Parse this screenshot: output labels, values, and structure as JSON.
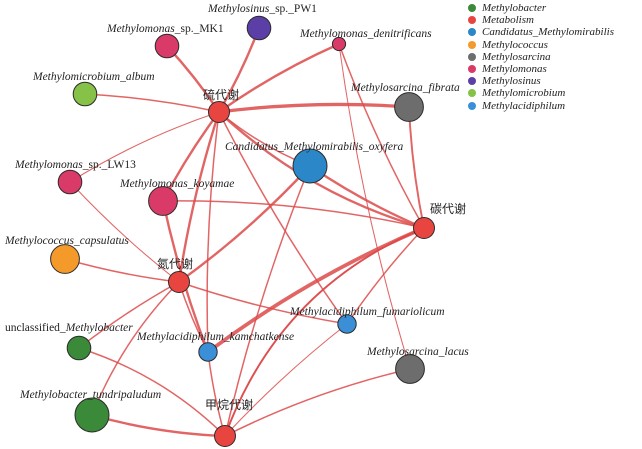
{
  "legend": [
    {
      "label": "Methylobacter",
      "color": "#3a8a3a"
    },
    {
      "label": "Metabolism",
      "color": "#e84541"
    },
    {
      "label": "Candidatus_Methylomirabilis",
      "color": "#2b87c8"
    },
    {
      "label": "Methylococcus",
      "color": "#f39a2a"
    },
    {
      "label": "Methylosarcina",
      "color": "#6d6d6d"
    },
    {
      "label": "Methylomonas",
      "color": "#d93a67"
    },
    {
      "label": "Methylosinus",
      "color": "#5c3fa6"
    },
    {
      "label": "Methylomicrobium",
      "color": "#86c148"
    },
    {
      "label": "Methylacidiphilum",
      "color": "#3b8fd6"
    }
  ],
  "nodes": [
    {
      "id": "s_metab",
      "label": "硫代谢",
      "group": "Metabolism",
      "kind": "category"
    },
    {
      "id": "c_metab",
      "label": "碳代谢",
      "group": "Metabolism",
      "kind": "category"
    },
    {
      "id": "n_metab",
      "label": "氮代谢",
      "group": "Metabolism",
      "kind": "category"
    },
    {
      "id": "m_metab",
      "label": "甲烷代谢",
      "group": "Metabolism",
      "kind": "category"
    },
    {
      "id": "pw1",
      "label_prefix": "",
      "label_italic": "Methylosinus",
      "label_suffix": "_sp._PW1",
      "group": "Methylosinus",
      "kind": "taxon"
    },
    {
      "id": "mk1",
      "label_prefix": "",
      "label_italic": "Methylomonas",
      "label_suffix": "_sp._MK1",
      "group": "Methylomonas",
      "kind": "taxon"
    },
    {
      "id": "denit",
      "label_prefix": "",
      "label_italic": "Methylomonas_denitrificans",
      "label_suffix": "",
      "group": "Methylomonas",
      "kind": "taxon"
    },
    {
      "id": "album",
      "label_prefix": "",
      "label_italic": "Methylomicrobium_album",
      "label_suffix": "",
      "group": "Methylomicrobium",
      "kind": "taxon"
    },
    {
      "id": "fibrata",
      "label_prefix": "",
      "label_italic": "Methylosarcina_fibrata",
      "label_suffix": "",
      "group": "Methylosarcina",
      "kind": "taxon"
    },
    {
      "id": "oxyfera",
      "label_prefix": "",
      "label_italic": "Candidatus_Methylomirabilis_oxyfera",
      "label_suffix": "",
      "group": "Candidatus_Methylomirabilis",
      "kind": "taxon"
    },
    {
      "id": "lw13",
      "label_prefix": "",
      "label_italic": "Methylomonas",
      "label_suffix": "_sp._LW13",
      "group": "Methylomonas",
      "kind": "taxon"
    },
    {
      "id": "koyamae",
      "label_prefix": "",
      "label_italic": "Methylomonas_koyamae",
      "label_suffix": "",
      "group": "Methylomonas",
      "kind": "taxon"
    },
    {
      "id": "capsulatus",
      "label_prefix": "",
      "label_italic": "Methylococcus_capsulatus",
      "label_suffix": "",
      "group": "Methylococcus",
      "kind": "taxon"
    },
    {
      "id": "fumar",
      "label_prefix": "",
      "label_italic": "Methylacidiphilum_fumariolicum",
      "label_suffix": "",
      "group": "Methylacidiphilum",
      "kind": "taxon"
    },
    {
      "id": "unclass",
      "label_prefix": "unclassified_",
      "label_italic": "Methylobacter",
      "label_suffix": "",
      "group": "Methylobacter",
      "kind": "taxon"
    },
    {
      "id": "kamchat",
      "label_prefix": "",
      "label_italic": "Methylacidiphilum_kamchatkense",
      "label_suffix": "",
      "group": "Methylacidiphilum",
      "kind": "taxon"
    },
    {
      "id": "lacus",
      "label_prefix": "",
      "label_italic": "Methylosarcina_lacus",
      "label_suffix": "",
      "group": "Methylosarcina",
      "kind": "taxon"
    },
    {
      "id": "tundri",
      "label_prefix": "",
      "label_italic": "Methylobacter_tundripaludum",
      "label_suffix": "",
      "group": "Methylobacter",
      "kind": "taxon"
    }
  ],
  "edges": [
    {
      "source": "s_metab",
      "target": "pw1",
      "weight": 2
    },
    {
      "source": "s_metab",
      "target": "mk1",
      "weight": 2
    },
    {
      "source": "s_metab",
      "target": "album",
      "weight": 1
    },
    {
      "source": "s_metab",
      "target": "denit",
      "weight": 2
    },
    {
      "source": "s_metab",
      "target": "fibrata",
      "weight": 3
    },
    {
      "source": "s_metab",
      "target": "c_metab",
      "weight": 2
    },
    {
      "source": "s_metab",
      "target": "oxyfera",
      "weight": 1
    },
    {
      "source": "s_metab",
      "target": "lw13",
      "weight": 0.5
    },
    {
      "source": "s_metab",
      "target": "koyamae",
      "weight": 2
    },
    {
      "source": "s_metab",
      "target": "n_metab",
      "weight": 2
    },
    {
      "source": "s_metab",
      "target": "fumar",
      "weight": 1
    },
    {
      "source": "s_metab",
      "target": "kamchat",
      "weight": 1
    },
    {
      "source": "denit",
      "target": "c_metab",
      "weight": 1
    },
    {
      "source": "denit",
      "target": "lacus",
      "weight": 0.5
    },
    {
      "source": "fibrata",
      "target": "c_metab",
      "weight": 1.5
    },
    {
      "source": "oxyfera",
      "target": "c_metab",
      "weight": 2
    },
    {
      "source": "oxyfera",
      "target": "n_metab",
      "weight": 2
    },
    {
      "source": "oxyfera",
      "target": "m_metab",
      "weight": 1
    },
    {
      "source": "koyamae",
      "target": "c_metab",
      "weight": 1
    },
    {
      "source": "koyamae",
      "target": "kamchat",
      "weight": 2
    },
    {
      "source": "lw13",
      "target": "n_metab",
      "weight": 0.5
    },
    {
      "source": "capsulatus",
      "target": "n_metab",
      "weight": 1
    },
    {
      "source": "n_metab",
      "target": "unclass",
      "weight": 1
    },
    {
      "source": "n_metab",
      "target": "kamchat",
      "weight": 1
    },
    {
      "source": "n_metab",
      "target": "fumar",
      "weight": 1
    },
    {
      "source": "n_metab",
      "target": "tundri",
      "weight": 1
    },
    {
      "source": "c_metab",
      "target": "kamchat",
      "weight": 3.5
    },
    {
      "source": "c_metab",
      "target": "fumar",
      "weight": 1
    },
    {
      "source": "c_metab",
      "target": "m_metab",
      "weight": 1
    },
    {
      "source": "fumar",
      "target": "m_metab",
      "weight": 0.5
    },
    {
      "source": "kamchat",
      "target": "m_metab",
      "weight": 1
    },
    {
      "source": "unclass",
      "target": "m_metab",
      "weight": 1
    },
    {
      "source": "tundri",
      "target": "m_metab",
      "weight": 2
    },
    {
      "source": "lacus",
      "target": "m_metab",
      "weight": 1
    },
    {
      "source": "c_metab",
      "target": "m_metab",
      "weight": 1.5
    }
  ],
  "node_size_values": {
    "s_metab": 3,
    "c_metab": 4,
    "n_metab": 3,
    "m_metab": 3,
    "pw1": 3,
    "mk1": 3,
    "denit": 1,
    "album": 3,
    "fibrata": 4,
    "oxyfera": 5,
    "lw13": 3,
    "koyamae": 4,
    "capsulatus": 4,
    "fumar": 2,
    "unclass": 3,
    "kamchat": 2,
    "lacus": 4,
    "tundri": 5
  },
  "edge_color": "#dd4a4a"
}
